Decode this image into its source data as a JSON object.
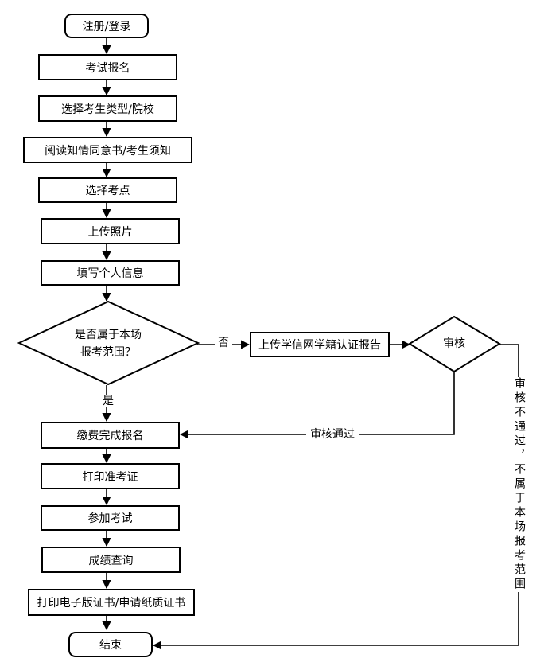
{
  "nodes": {
    "start": "注册/登录",
    "apply": "考试报名",
    "select_type": "选择考生类型/院校",
    "read_consent": "阅读知情同意书/考生须知",
    "select_site": "选择考点",
    "upload_photo": "上传照片",
    "fill_info": "填写个人信息",
    "decision_line1": "是否属于本场",
    "decision_line2": "报考范围？",
    "upload_report": "上传学信网学籍认证报告",
    "review": "审核",
    "pay": "缴费完成报名",
    "print_ticket": "打印准考证",
    "take_exam": "参加考试",
    "query_score": "成绩查询",
    "print_cert": "打印电子版证书/申请纸质证书",
    "end": "结束"
  },
  "edges": {
    "no": "否",
    "yes": "是",
    "review_pass": "审核通过",
    "review_fail": "审核不通过，不属于本场报考范围"
  }
}
